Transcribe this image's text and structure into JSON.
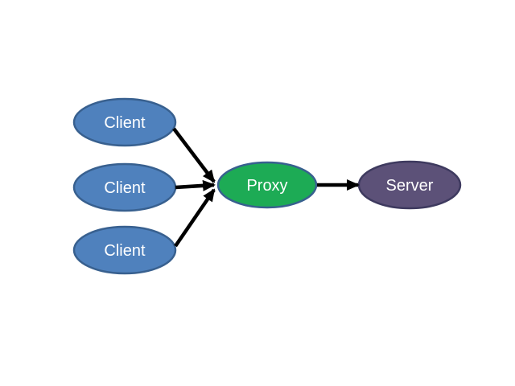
{
  "diagram": {
    "nodes": {
      "client1": {
        "label": "Client",
        "shape": "ellipse"
      },
      "client2": {
        "label": "Client",
        "shape": "ellipse"
      },
      "client3": {
        "label": "Client",
        "shape": "ellipse"
      },
      "proxy": {
        "label": "Proxy",
        "shape": "ellipse"
      },
      "server": {
        "label": "Server",
        "shape": "ellipse"
      }
    },
    "edges": [
      {
        "from": "client1",
        "to": "proxy",
        "style": "solid-arrow"
      },
      {
        "from": "client2",
        "to": "proxy",
        "style": "solid-arrow"
      },
      {
        "from": "client3",
        "to": "proxy",
        "style": "solid-arrow"
      },
      {
        "from": "proxy",
        "to": "server",
        "style": "solid-arrow"
      }
    ],
    "colors": {
      "background": "#ffffff",
      "client_fill": "#4f81bd",
      "client_border": "#38608f",
      "proxy_fill": "#1dab55",
      "proxy_border": "#38608f",
      "server_fill": "#5c5178",
      "server_border": "#3e3a5f",
      "arrow": "#000000",
      "label_text": "#ffffff"
    }
  }
}
